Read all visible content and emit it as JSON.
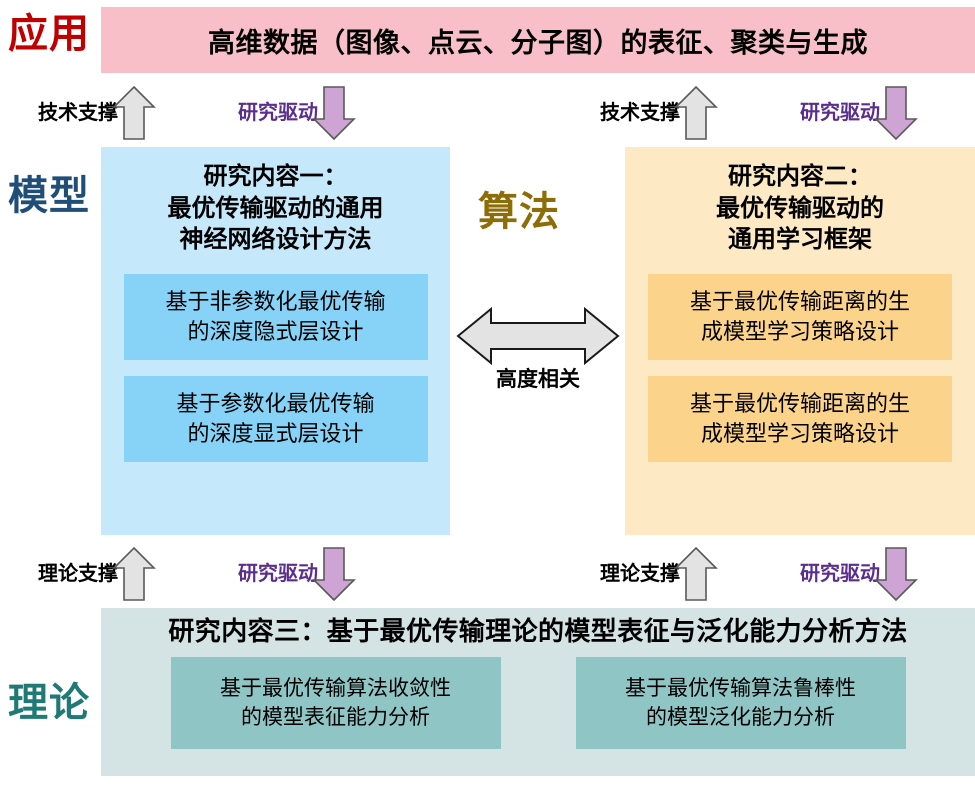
{
  "tiers": {
    "application": "应用",
    "model": "模型",
    "algorithm": "算法",
    "theory": "理论"
  },
  "colors": {
    "application_label": "#c00000",
    "model_label": "#1f4e79",
    "algorithm_label": "#8c6d07",
    "theory_label": "#1f7a75",
    "application_banner": "#f9bfc8",
    "model_panel": "#c5e8fb",
    "model_subbox": "#86d3f7",
    "algorithm_panel": "#fde9c4",
    "algorithm_subbox": "#fbd38a",
    "theory_panel": "#d4e3e3",
    "theory_subbox": "#8fc5c4",
    "arrow_up_fill": "#e3e3e3",
    "arrow_down_fill": "#cda4d4",
    "drive_label": "#5b2d8e",
    "support_label": "#000000"
  },
  "application": {
    "banner_text": "高维数据（图像、点云、分子图）的表征、聚类与生成"
  },
  "connectors_top": [
    {
      "label": "技术支撑",
      "kind": "support",
      "direction": "up"
    },
    {
      "label": "研究驱动",
      "kind": "drive",
      "direction": "down"
    },
    {
      "label": "技术支撑",
      "kind": "support",
      "direction": "up"
    },
    {
      "label": "研究驱动",
      "kind": "drive",
      "direction": "down"
    }
  ],
  "connectors_bottom": [
    {
      "label": "理论支撑",
      "kind": "support",
      "direction": "up"
    },
    {
      "label": "研究驱动",
      "kind": "drive",
      "direction": "down"
    },
    {
      "label": "理论支撑",
      "kind": "support",
      "direction": "up"
    },
    {
      "label": "研究驱动",
      "kind": "drive",
      "direction": "down"
    }
  ],
  "model_panel": {
    "title_line1": "研究内容一：",
    "title_line2": "最优传输驱动的通用",
    "title_line3": "神经网络设计方法",
    "subboxes": [
      {
        "line1": "基于非参数化最优传输",
        "line2": "的深度隐式层设计"
      },
      {
        "line1": "基于参数化最优传输",
        "line2": "的深度显式层设计"
      }
    ]
  },
  "algorithm_panel": {
    "title_line1": "研究内容二：",
    "title_line2": "最优传输驱动的",
    "title_line3": "通用学习框架",
    "subboxes": [
      {
        "line1": "基于最优传输距离的生",
        "line2": "成模型学习策略设计"
      },
      {
        "line1": "基于最优传输距离的生",
        "line2": "成模型学习策略设计"
      }
    ]
  },
  "correlation": {
    "label": "高度相关"
  },
  "theory_panel": {
    "title": "研究内容三：基于最优传输理论的模型表征与泛化能力分析方法",
    "subboxes": [
      {
        "line1": "基于最优传输算法收敛性",
        "line2": "的模型表征能力分析"
      },
      {
        "line1": "基于最优传输算法鲁棒性",
        "line2": "的模型泛化能力分析"
      }
    ]
  }
}
